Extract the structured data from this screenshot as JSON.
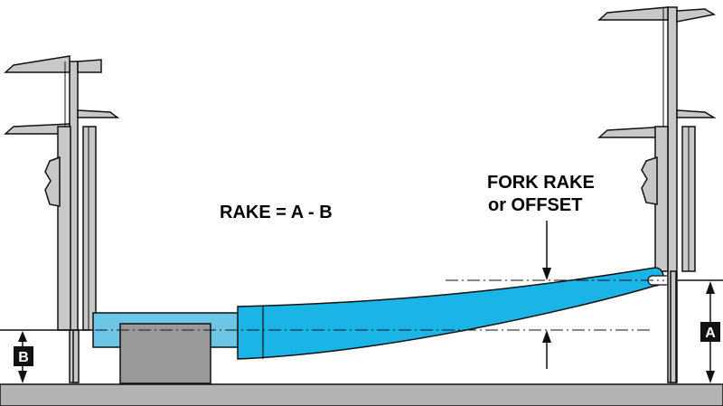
{
  "equation": "RAKE = A - B",
  "fork_label_line1": "FORK RAKE",
  "fork_label_line2": "or OFFSET",
  "dimension_a": "A",
  "dimension_b": "B",
  "colors": {
    "fork": "#1ab4e6",
    "steerer": "#6ec6e6",
    "block": "#999999",
    "ground": "#b4b4b4",
    "caliper": "#c8c8c8",
    "outline": "#111111"
  }
}
